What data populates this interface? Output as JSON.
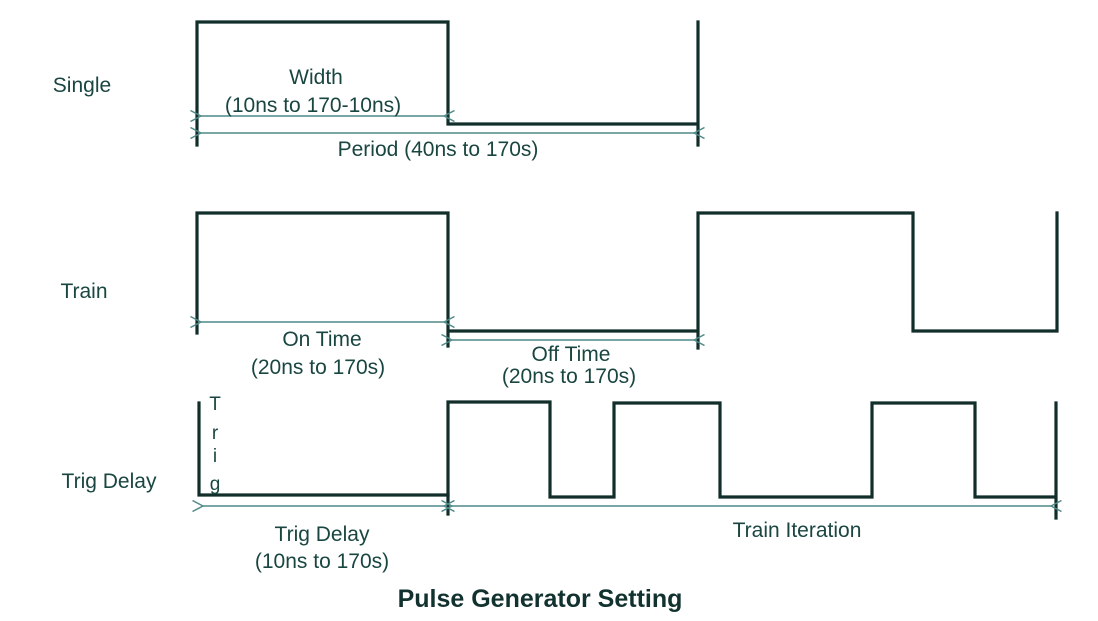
{
  "title": "Pulse Generator Setting",
  "single": {
    "label": "Single",
    "width_line1": "Width",
    "width_line2": "(10ns to 170-10ns)",
    "period_label": "Period (40ns to 170s)"
  },
  "train": {
    "label": "Train",
    "on_line1": "On Time",
    "on_line2": "(20ns to 170s)",
    "off_line1": "Off Time",
    "off_line2": "(20ns to 170s)"
  },
  "trig": {
    "label": "Trig Delay",
    "letters": [
      "T",
      "r",
      "i",
      "g"
    ],
    "delay_line1": "Trig Delay",
    "delay_line2": "(10ns to 170s)",
    "iteration_label": "Train Iteration"
  },
  "colors": {
    "waveform_line": "#122e2b",
    "dimension_arrow": "#4e8a87",
    "text": "#1a4641"
  }
}
